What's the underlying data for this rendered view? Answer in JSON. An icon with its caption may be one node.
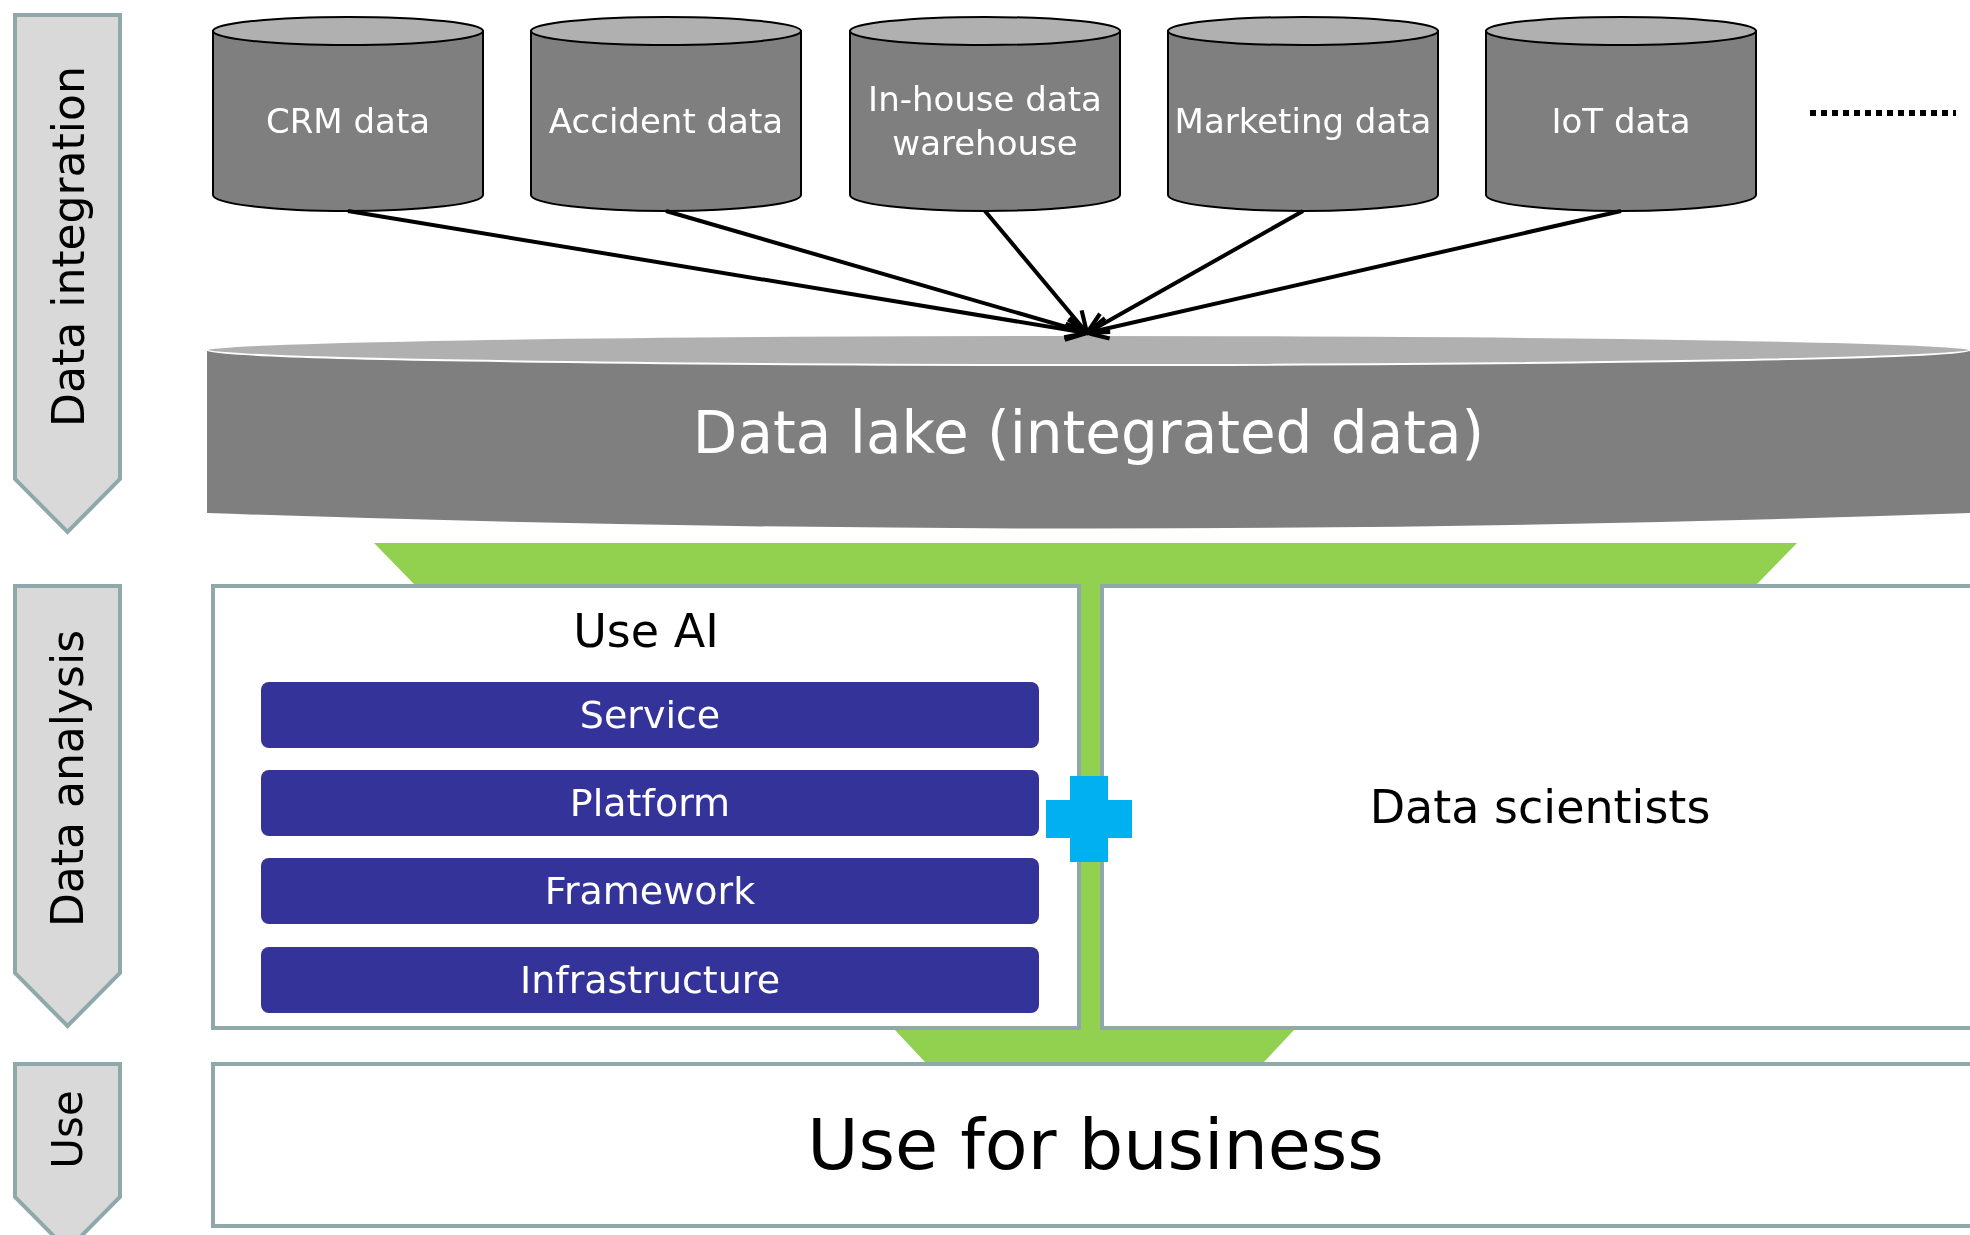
{
  "diagram": {
    "nodes": [
      {
        "text": [
          "Data integration"
        ]
      },
      {
        "text": [
          "CRM data"
        ]
      },
      {
        "text": [
          "Accident data"
        ]
      },
      {
        "text": [
          "In-house data warehouse"
        ]
      },
      {
        "text": [
          "Marketing data"
        ]
      },
      {
        "text": [
          "IoT data"
        ]
      },
      {
        "text": [
          "Data lake (integrated data)"
        ]
      },
      {
        "text": [
          "Data analysis"
        ]
      },
      {
        "text": [
          "Use AI"
        ]
      },
      {
        "text": [
          "Service"
        ],
        "in": 8
      },
      {
        "text": [
          "Platform"
        ],
        "in": 8
      },
      {
        "text": [
          "Framework"
        ],
        "in": 8
      },
      {
        "text": [
          "Infrastructure"
        ],
        "in": 8
      },
      {
        "text": [
          "Data scientists"
        ]
      },
      {
        "text": [
          "Use"
        ]
      },
      {
        "text": [
          "Use for business"
        ]
      }
    ],
    "edges": [
      {
        "from": 1,
        "to": 6,
        "arrow": "to"
      },
      {
        "from": 2,
        "to": 6,
        "arrow": "to"
      },
      {
        "from": 3,
        "to": 6,
        "arrow": "to"
      },
      {
        "from": 4,
        "to": 6,
        "arrow": "to"
      },
      {
        "from": 5,
        "to": 6,
        "arrow": "to"
      }
    ]
  }
}
